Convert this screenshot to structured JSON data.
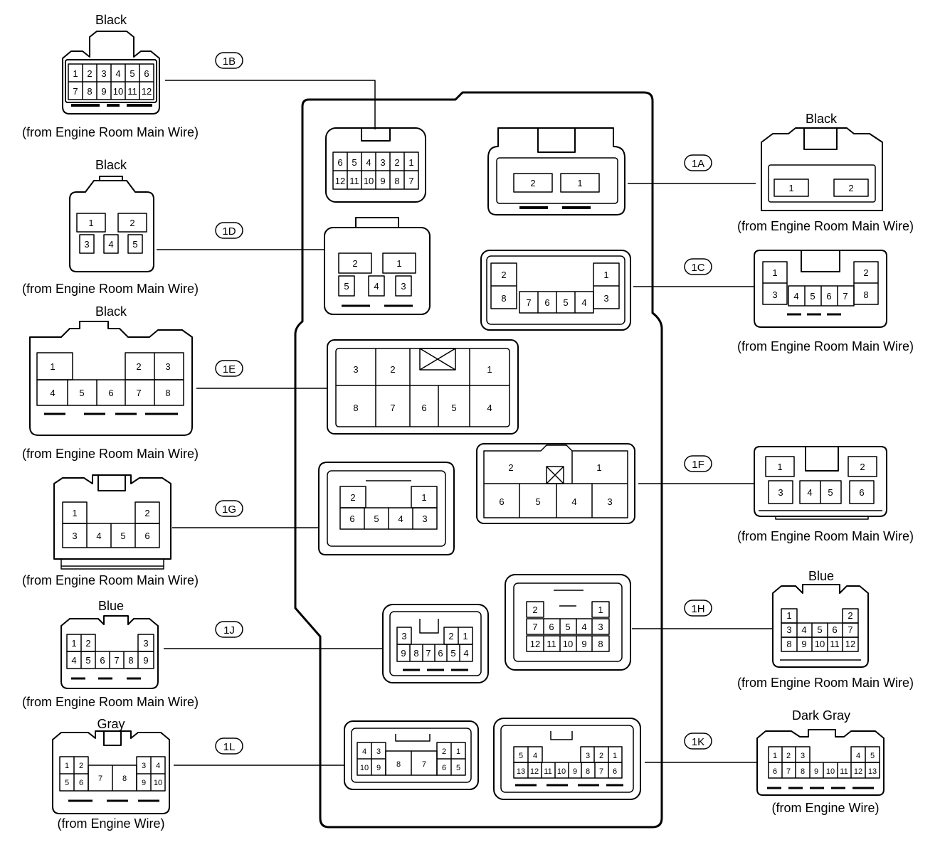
{
  "connectors": {
    "1B": {
      "tag": "1B",
      "color": "Black",
      "caption": "(from Engine Room Main Wire)",
      "side_rows": [
        [
          "1",
          "2",
          "3",
          "4",
          "5",
          "6"
        ],
        [
          "7",
          "8",
          "9",
          "10",
          "11",
          "12"
        ]
      ],
      "block_rows": [
        [
          "6",
          "5",
          "4",
          "3",
          "2",
          "1"
        ],
        [
          "12",
          "11",
          "10",
          "9",
          "8",
          "7"
        ]
      ]
    },
    "1A": {
      "tag": "1A",
      "color": "Black",
      "caption": "(from Engine Room Main Wire)",
      "side_rows": [
        [
          "1",
          "2"
        ]
      ],
      "block_rows": [
        [
          "2",
          "1"
        ]
      ]
    },
    "1D": {
      "tag": "1D",
      "color": "Black",
      "caption": "(from Engine Room Main Wire)",
      "side_rows": [
        [
          "1",
          "2"
        ],
        [
          "3",
          "4",
          "5"
        ]
      ],
      "block_rows": [
        [
          "2",
          "1"
        ],
        [
          "5",
          "4",
          "3"
        ]
      ]
    },
    "1C": {
      "tag": "1C",
      "color": "",
      "caption": "(from Engine Room Main Wire)",
      "side_rows": [
        [
          "1",
          "2"
        ],
        [
          "3",
          "4",
          "5",
          "6",
          "7",
          "8"
        ]
      ],
      "block_rows": [
        [
          "2",
          "1"
        ],
        [
          "8",
          "7",
          "6",
          "5",
          "4",
          "3"
        ]
      ]
    },
    "1E": {
      "tag": "1E",
      "color": "Black",
      "caption": "(from Engine Room Main Wire)",
      "side_rows": [
        [
          "1",
          "2",
          "3"
        ],
        [
          "4",
          "5",
          "6",
          "7",
          "8"
        ]
      ],
      "block_rows": [
        [
          "3",
          "2",
          "1"
        ],
        [
          "8",
          "7",
          "6",
          "5",
          "4"
        ]
      ]
    },
    "1F": {
      "tag": "1F",
      "color": "",
      "caption": "(from Engine Room Main Wire)",
      "side_rows": [
        [
          "1",
          "2"
        ],
        [
          "3",
          "4",
          "5",
          "6"
        ]
      ],
      "block_rows": [
        [
          "2",
          "1"
        ],
        [
          "6",
          "5",
          "4",
          "3"
        ]
      ]
    },
    "1G": {
      "tag": "1G",
      "color": "",
      "caption": "(from Engine Room Main Wire)",
      "side_rows": [
        [
          "1",
          "2"
        ],
        [
          "3",
          "4",
          "5",
          "6"
        ]
      ],
      "block_rows": [
        [
          "2",
          "1"
        ],
        [
          "6",
          "5",
          "4",
          "3"
        ]
      ]
    },
    "1H": {
      "tag": "1H",
      "color": "Blue",
      "caption": "(from Engine Room Main Wire)",
      "side_rows": [
        [
          "1",
          "2"
        ],
        [
          "3",
          "4",
          "5",
          "6",
          "7"
        ],
        [
          "8",
          "9",
          "10",
          "11",
          "12"
        ]
      ],
      "block_rows": [
        [
          "2",
          "1"
        ],
        [
          "7",
          "6",
          "5",
          "4",
          "3"
        ],
        [
          "12",
          "11",
          "10",
          "9",
          "8"
        ]
      ]
    },
    "1J": {
      "tag": "1J",
      "color": "Blue",
      "caption": "(from Engine Room Main Wire)",
      "side_rows": [
        [
          "1",
          "2",
          "3"
        ],
        [
          "4",
          "5",
          "6",
          "7",
          "8",
          "9"
        ]
      ],
      "block_rows": [
        [
          "3",
          "2",
          "1"
        ],
        [
          "9",
          "8",
          "7",
          "6",
          "5",
          "4"
        ]
      ]
    },
    "1L": {
      "tag": "1L",
      "color": "Gray",
      "caption": "(from Engine Wire)",
      "side_rows": [
        [
          "1",
          "2",
          "7",
          "8",
          "3",
          "4"
        ],
        [
          "5",
          "6",
          "9",
          "10"
        ]
      ],
      "block_rows": [
        [
          "4",
          "3",
          "8",
          "7",
          "2",
          "1"
        ],
        [
          "10",
          "9",
          "6",
          "5"
        ]
      ]
    },
    "1K": {
      "tag": "1K",
      "color": "Dark Gray",
      "caption": "(from Engine Wire)",
      "side_rows": [
        [
          "1",
          "2",
          "3",
          "4",
          "5"
        ],
        [
          "6",
          "7",
          "8",
          "9",
          "10",
          "11",
          "12",
          "13"
        ]
      ],
      "block_rows": [
        [
          "5",
          "4",
          "3",
          "2",
          "1"
        ],
        [
          "13",
          "12",
          "11",
          "10",
          "9",
          "8",
          "7",
          "6"
        ]
      ]
    }
  },
  "colors": {
    "ink": "#000000",
    "paper": "#ffffff"
  }
}
